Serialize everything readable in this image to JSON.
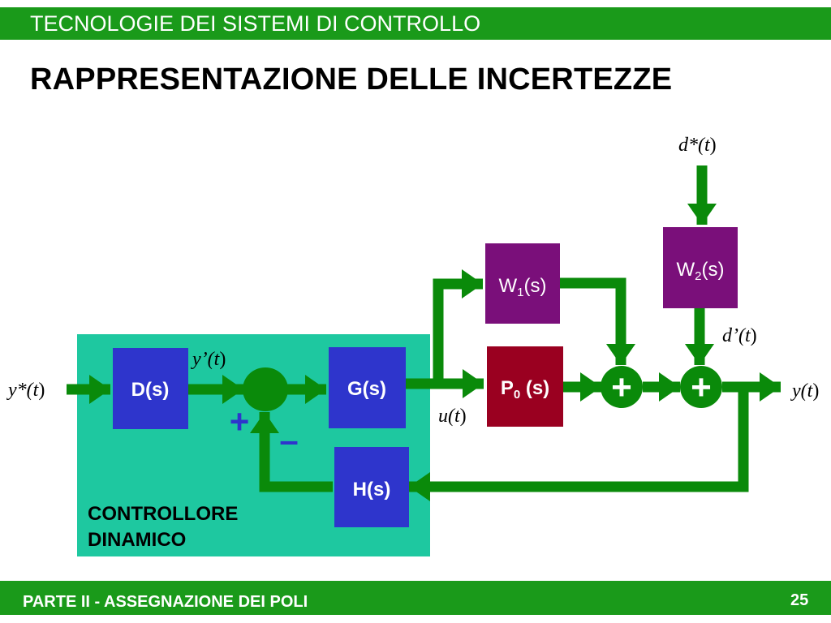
{
  "header": {
    "course_title": "TECNOLOGIE DEI SISTEMI DI CONTROLLO"
  },
  "slide": {
    "title": "RAPPRESENTAZIONE DELLE INCERTEZZE"
  },
  "footer": {
    "section": "PARTE II - ASSEGNAZIONE DEI POLI",
    "page_number": "25"
  },
  "diagram": {
    "controller_label_line1": "CONTROLLORE",
    "controller_label_line2": "DINAMICO",
    "blocks": {
      "d": "D(s)",
      "g": "G(s)",
      "h": "H(s)",
      "w1_main": "W",
      "w1_sub": "1",
      "w1_arg": "(s)",
      "w2_main": "W",
      "w2_sub": "2",
      "w2_arg": "(s)",
      "p0_main": "P",
      "p0_sub": "0",
      "p0_arg": " (s)"
    },
    "signals": {
      "y_star": "y*(",
      "y_star_t": "t",
      "y_star_close": ")",
      "y_prime": "y’(",
      "y_prime_t": "t",
      "y_prime_close": ")",
      "u": "u(",
      "u_t": "t",
      "u_close": ")",
      "y": "y(",
      "y_t": "t",
      "y_close": ")",
      "d_star": "d*(",
      "d_star_t": "t",
      "d_star_close": ")",
      "d_prime": "d’(",
      "d_prime_t": "t",
      "d_prime_close": ")"
    },
    "sum_signs": {
      "plus": "+",
      "minus": "–",
      "node_plus": "+"
    },
    "colors": {
      "wire": "#0a8a0a",
      "controller_bg": "#1ec8a0",
      "block_blue": "#2e35cc",
      "block_purple": "#7a0f7a",
      "block_red": "#9a0020",
      "sign_blue": "#2e35cc"
    }
  }
}
